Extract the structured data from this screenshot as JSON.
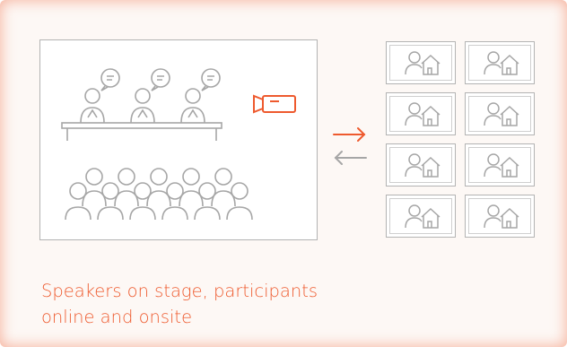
{
  "caption": {
    "line1": "Speakers on stage, participants",
    "line2": "online and onsite"
  },
  "colors": {
    "accent": "#ee5a2e",
    "line_gray": "#a6a6a6",
    "card_bg": "#fdf8f5"
  },
  "icons": {
    "speaker": "speaker-with-speech-bubble-icon",
    "camera": "video-camera-icon",
    "audience": "audience-person-icon",
    "remote": "remote-participant-home-icon",
    "arrow_right": "arrow-right-icon",
    "arrow_left": "arrow-left-icon"
  },
  "remote_participants_count": 8,
  "speakers_count": 3
}
